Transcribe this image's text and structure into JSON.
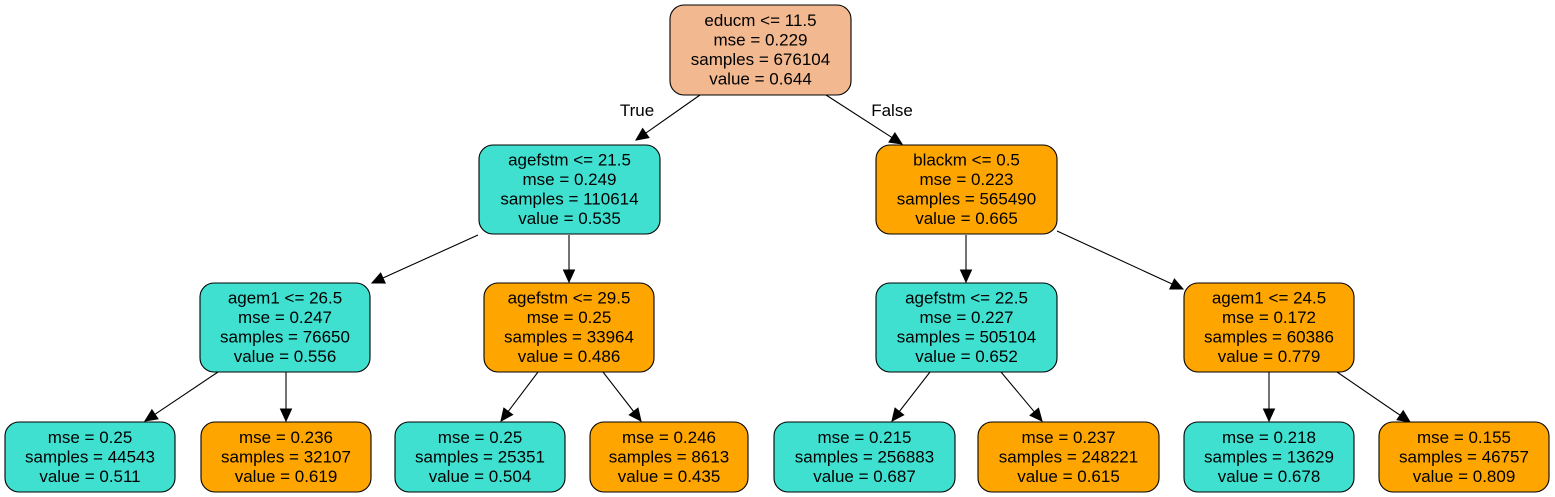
{
  "colors": {
    "root": "#f2b890",
    "left_class": "#40e0d0",
    "right_class": "#ffa500",
    "border": "#000000",
    "edge": "#000000"
  },
  "edge_labels": {
    "true_label": "True",
    "false_label": "False"
  },
  "nodes": [
    {
      "id": "n0",
      "fill": "root",
      "lines": [
        "educm <= 11.5",
        "mse = 0.229",
        "samples = 676104",
        "value = 0.644"
      ]
    },
    {
      "id": "n1",
      "fill": "left_class",
      "lines": [
        "agefstm <= 21.5",
        "mse = 0.249",
        "samples = 110614",
        "value = 0.535"
      ]
    },
    {
      "id": "n2",
      "fill": "right_class",
      "lines": [
        "blackm <= 0.5",
        "mse = 0.223",
        "samples = 565490",
        "value = 0.665"
      ]
    },
    {
      "id": "n3",
      "fill": "left_class",
      "lines": [
        "agem1 <= 26.5",
        "mse = 0.247",
        "samples = 76650",
        "value = 0.556"
      ]
    },
    {
      "id": "n4",
      "fill": "right_class",
      "lines": [
        "agefstm <= 29.5",
        "mse = 0.25",
        "samples = 33964",
        "value = 0.486"
      ]
    },
    {
      "id": "n5",
      "fill": "left_class",
      "lines": [
        "agefstm <= 22.5",
        "mse = 0.227",
        "samples = 505104",
        "value = 0.652"
      ]
    },
    {
      "id": "n6",
      "fill": "right_class",
      "lines": [
        "agem1 <= 24.5",
        "mse = 0.172",
        "samples = 60386",
        "value = 0.779"
      ]
    },
    {
      "id": "n7",
      "fill": "left_class",
      "lines": [
        "mse = 0.25",
        "samples = 44543",
        "value = 0.511"
      ]
    },
    {
      "id": "n8",
      "fill": "right_class",
      "lines": [
        "mse = 0.236",
        "samples = 32107",
        "value = 0.619"
      ]
    },
    {
      "id": "n9",
      "fill": "left_class",
      "lines": [
        "mse = 0.25",
        "samples = 25351",
        "value = 0.504"
      ]
    },
    {
      "id": "n10",
      "fill": "right_class",
      "lines": [
        "mse = 0.246",
        "samples = 8613",
        "value = 0.435"
      ]
    },
    {
      "id": "n11",
      "fill": "left_class",
      "lines": [
        "mse = 0.215",
        "samples = 256883",
        "value = 0.687"
      ]
    },
    {
      "id": "n12",
      "fill": "right_class",
      "lines": [
        "mse = 0.237",
        "samples = 248221",
        "value = 0.615"
      ]
    },
    {
      "id": "n13",
      "fill": "left_class",
      "lines": [
        "mse = 0.218",
        "samples = 13629",
        "value = 0.678"
      ]
    },
    {
      "id": "n14",
      "fill": "right_class",
      "lines": [
        "mse = 0.155",
        "samples = 46757",
        "value = 0.809"
      ]
    }
  ],
  "edges": [
    {
      "from": "n0",
      "to": "n1"
    },
    {
      "from": "n0",
      "to": "n2"
    },
    {
      "from": "n1",
      "to": "n3"
    },
    {
      "from": "n1",
      "to": "n4"
    },
    {
      "from": "n2",
      "to": "n5"
    },
    {
      "from": "n2",
      "to": "n6"
    },
    {
      "from": "n3",
      "to": "n7"
    },
    {
      "from": "n3",
      "to": "n8"
    },
    {
      "from": "n4",
      "to": "n9"
    },
    {
      "from": "n4",
      "to": "n10"
    },
    {
      "from": "n5",
      "to": "n11"
    },
    {
      "from": "n5",
      "to": "n12"
    },
    {
      "from": "n6",
      "to": "n13"
    },
    {
      "from": "n6",
      "to": "n14"
    }
  ]
}
